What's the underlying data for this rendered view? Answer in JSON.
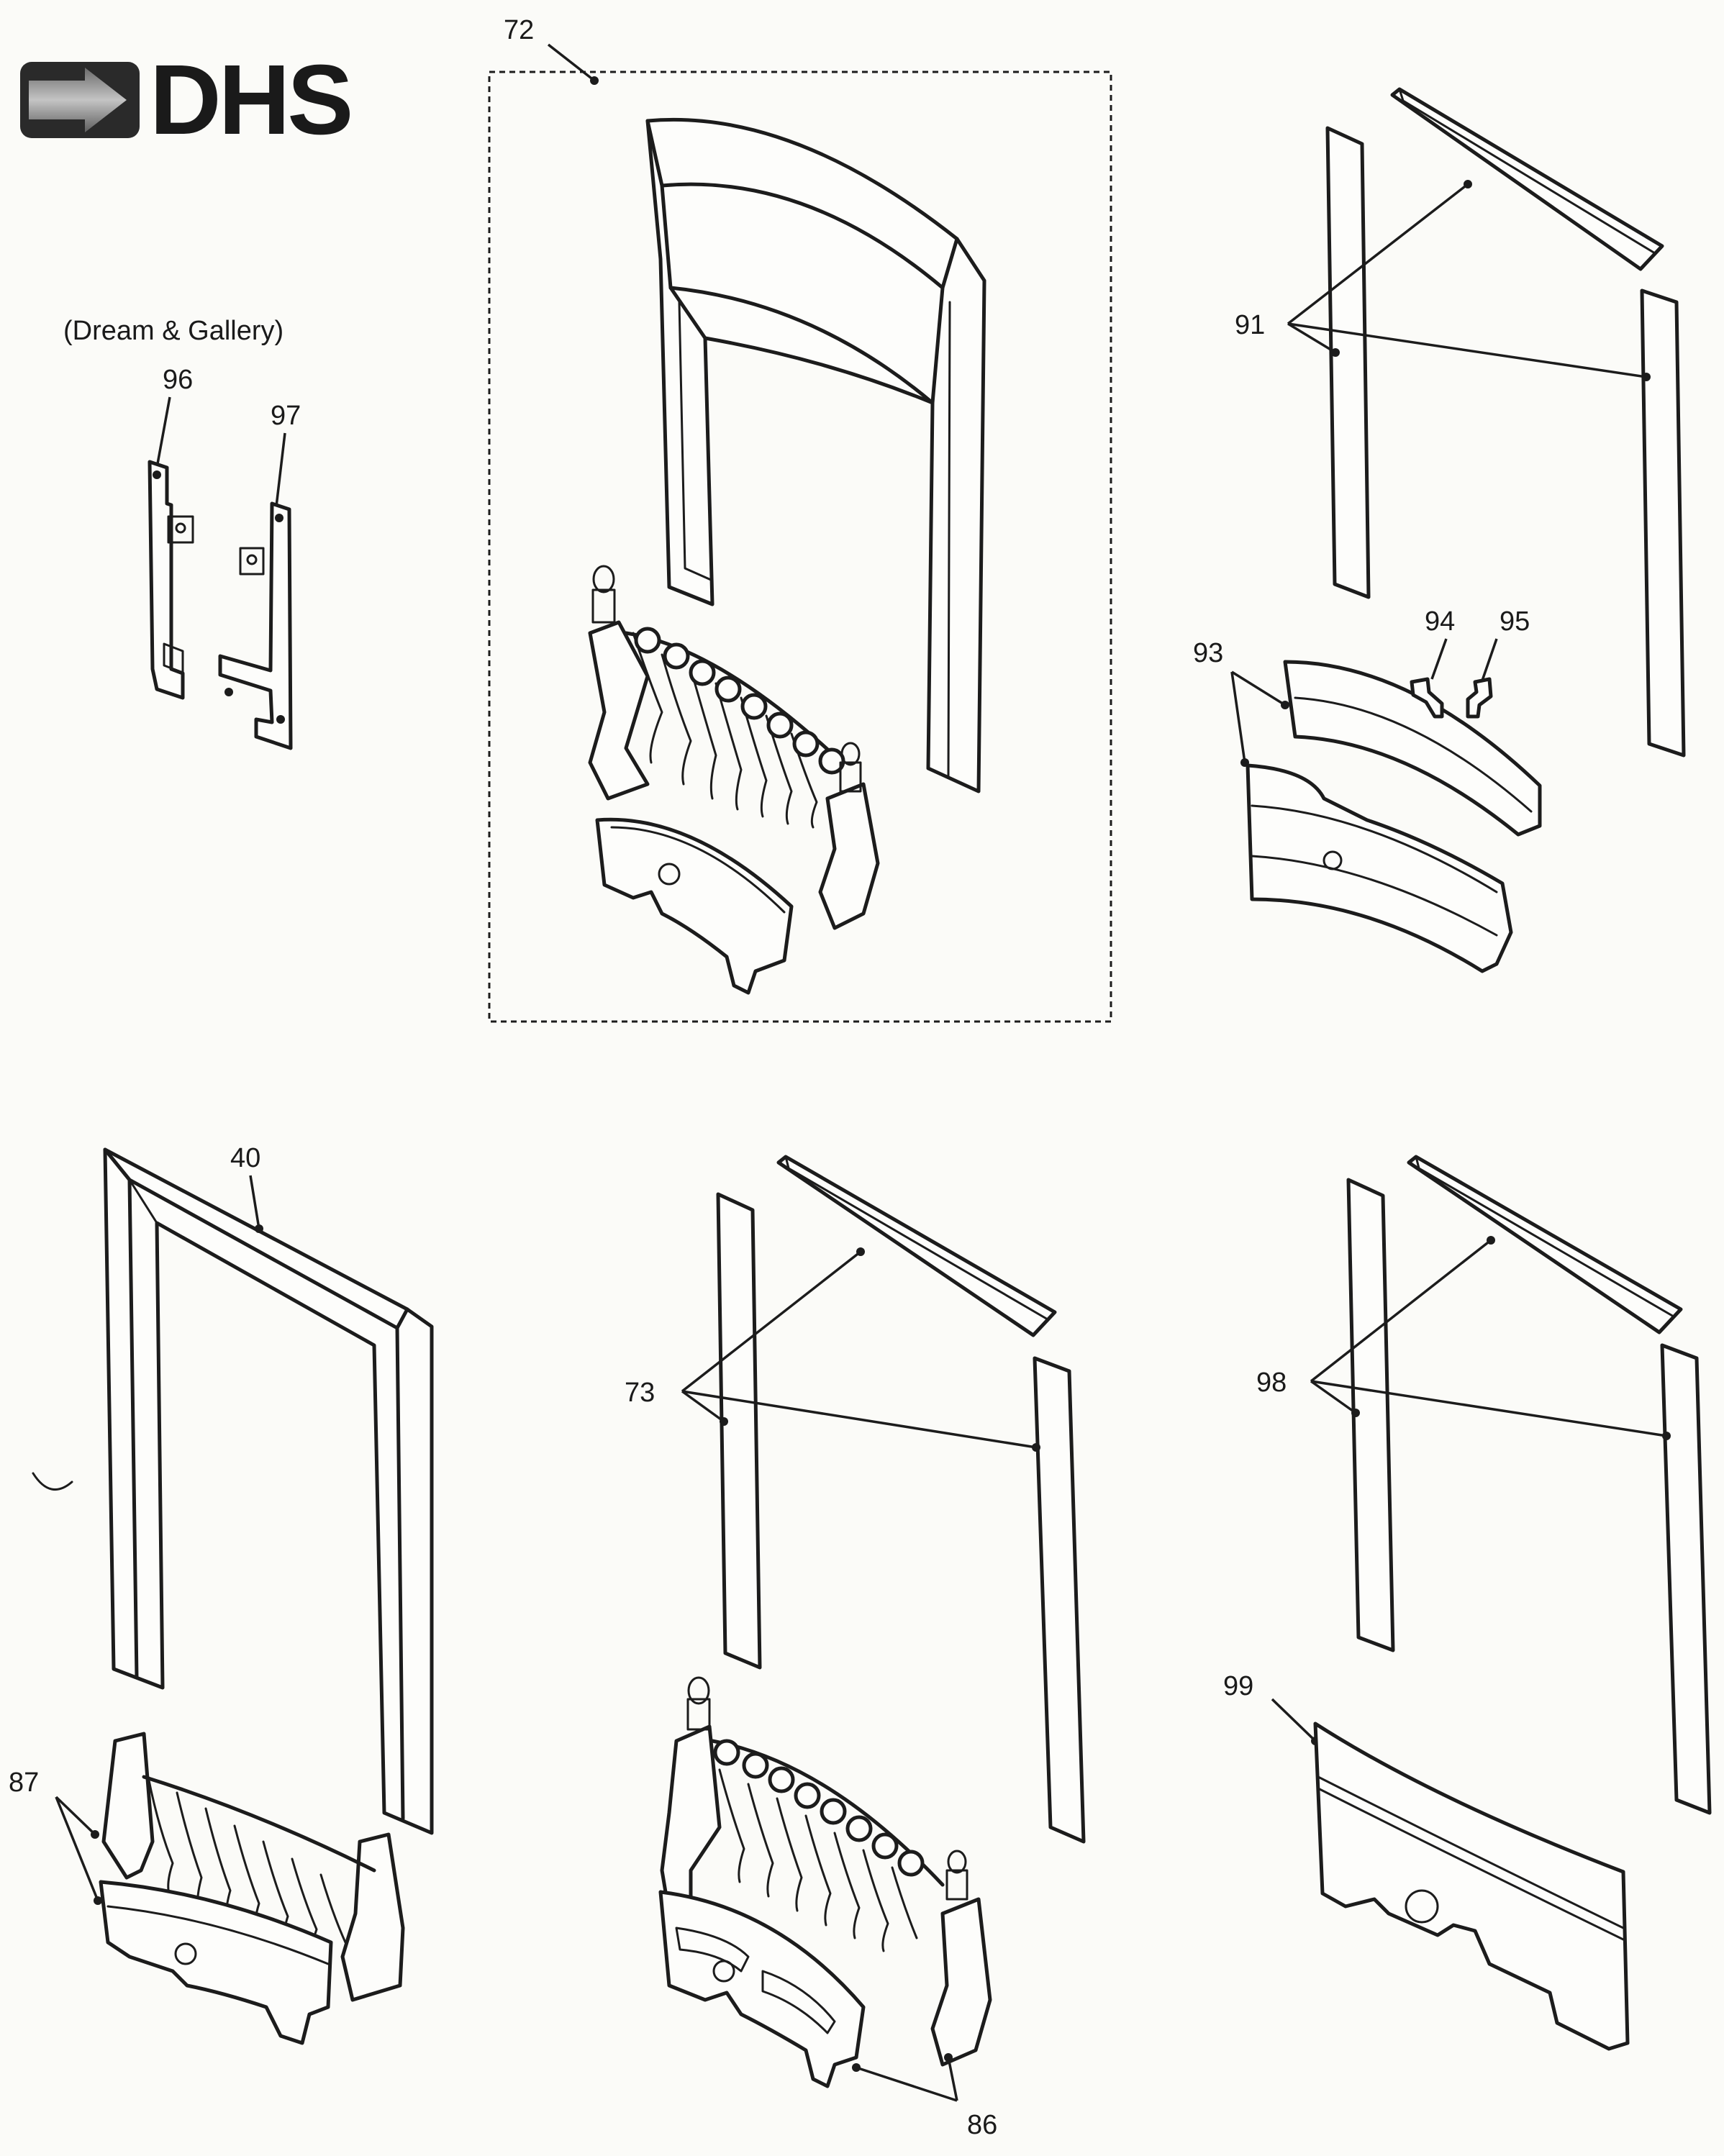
{
  "logo": {
    "text": "DHS"
  },
  "note": "(Dream & Gallery)",
  "callouts": {
    "c72": "72",
    "c96": "96",
    "c97": "97",
    "c91": "91",
    "c93": "93",
    "c94": "94",
    "c95": "95",
    "c40": "40",
    "c73": "73",
    "c98": "98",
    "c87": "87",
    "c99": "99",
    "c86": "86"
  },
  "colors": {
    "ink": "#1c1c1c",
    "paper": "#fbfbf8",
    "logo_dark": "#2a2a2a",
    "logo_grey": "#8a8a8a"
  }
}
